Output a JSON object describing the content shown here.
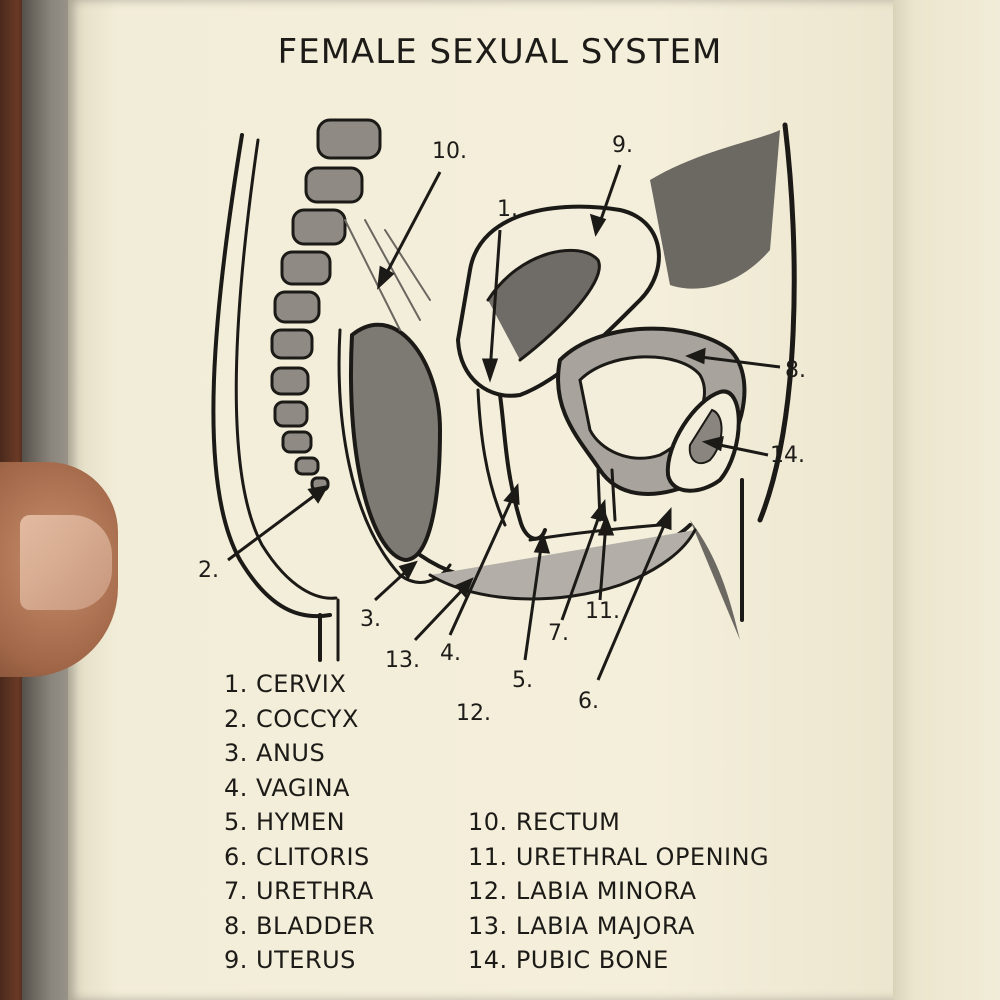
{
  "title": "FEMALE SEXUAL SYSTEM",
  "callout_numbers": [
    "1.",
    "2.",
    "3.",
    "4.",
    "5.",
    "6.",
    "7.",
    "8.",
    "9.",
    "10.",
    "11.",
    "12.",
    "13.",
    "14."
  ],
  "legend": [
    {
      "num": "1.",
      "label": "CERVIX"
    },
    {
      "num": "2.",
      "label": "COCCYX"
    },
    {
      "num": "3.",
      "label": "ANUS"
    },
    {
      "num": "4.",
      "label": "VAGINA"
    },
    {
      "num": "5.",
      "label": "HYMEN"
    },
    {
      "num": "6.",
      "label": "CLITORIS"
    },
    {
      "num": "7.",
      "label": "URETHRA"
    },
    {
      "num": "8.",
      "label": "BLADDER"
    },
    {
      "num": "9.",
      "label": "UTERUS"
    },
    {
      "num": "10.",
      "label": "RECTUM"
    },
    {
      "num": "11.",
      "label": "URETHRAL OPENING"
    },
    {
      "num": "12.",
      "label": "LABIA MINORA"
    },
    {
      "num": "13.",
      "label": "LABIA MAJORA"
    },
    {
      "num": "14.",
      "label": "PUBIC BONE"
    }
  ]
}
